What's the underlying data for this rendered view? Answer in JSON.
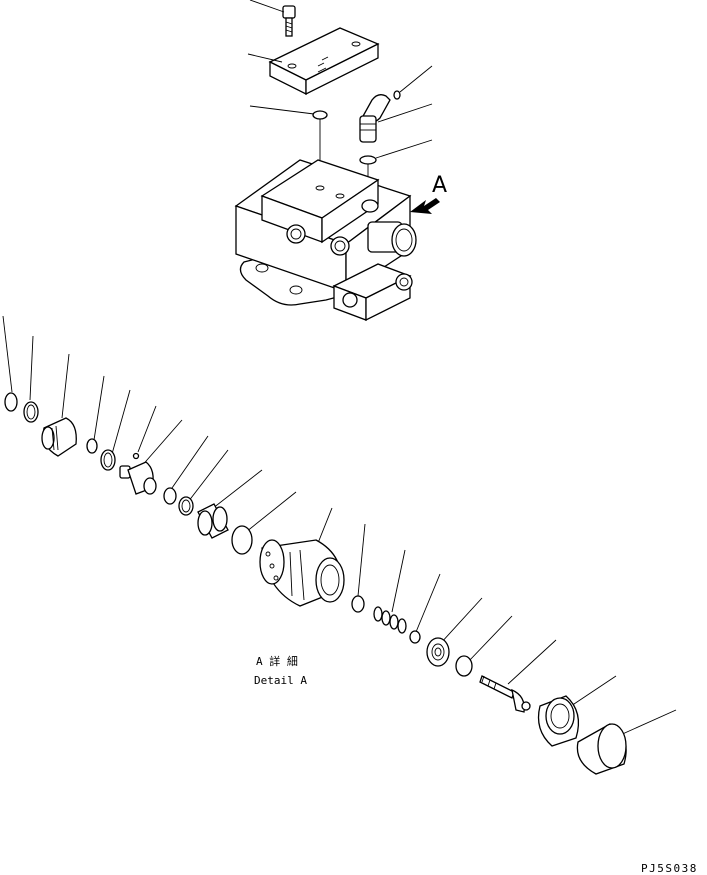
{
  "view_marker": "A",
  "detail_label_jp": "A 詳 細",
  "detail_label_en": "Detail A",
  "drawing_code": "PJ5S038"
}
